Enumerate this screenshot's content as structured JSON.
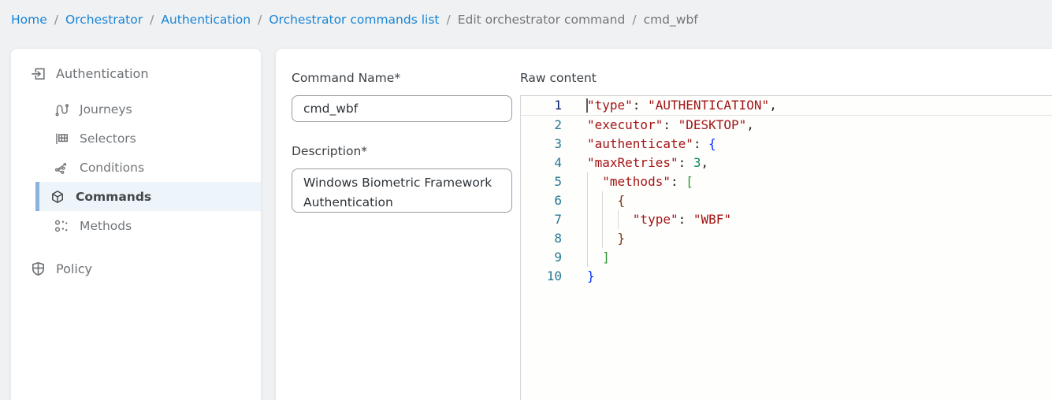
{
  "breadcrumb": {
    "separator": "/",
    "items": [
      {
        "label": "Home",
        "type": "link"
      },
      {
        "label": "Orchestrator",
        "type": "link"
      },
      {
        "label": "Authentication",
        "type": "link"
      },
      {
        "label": "Orchestrator commands list",
        "type": "link"
      },
      {
        "label": "Edit orchestrator command",
        "type": "text"
      },
      {
        "label": "cmd_wbf",
        "type": "text"
      }
    ]
  },
  "sidebar": {
    "section": {
      "label": "Authentication",
      "icon": "login-icon"
    },
    "items": [
      {
        "label": "Journeys",
        "icon": "journeys-route-icon",
        "selected": false
      },
      {
        "label": "Selectors",
        "icon": "selectors-table-icon",
        "selected": false
      },
      {
        "label": "Conditions",
        "icon": "conditions-branch-icon",
        "selected": false
      },
      {
        "label": "Commands",
        "icon": "commands-cube-icon",
        "selected": true
      },
      {
        "label": "Methods",
        "icon": "methods-dots-icon",
        "selected": false
      }
    ],
    "footer_item": {
      "label": "Policy",
      "icon": "policy-shield-icon"
    }
  },
  "form": {
    "command_name": {
      "label": "Command Name*",
      "value": "cmd_wbf"
    },
    "description": {
      "label": "Description*",
      "value": "Windows Biometric Framework Authentication"
    }
  },
  "editor": {
    "label": "Raw content",
    "active_line": 1,
    "lines": [
      {
        "n": 1,
        "indent": 0,
        "tokens": [
          [
            "str",
            "\"type\""
          ],
          [
            "pun",
            ": "
          ],
          [
            "str",
            "\"AUTHENTICATION\""
          ],
          [
            "pun",
            ","
          ]
        ]
      },
      {
        "n": 2,
        "indent": 0,
        "tokens": [
          [
            "str",
            "\"executor\""
          ],
          [
            "pun",
            ": "
          ],
          [
            "str",
            "\"DESKTOP\""
          ],
          [
            "pun",
            ","
          ]
        ]
      },
      {
        "n": 3,
        "indent": 0,
        "tokens": [
          [
            "str",
            "\"authenticate\""
          ],
          [
            "pun",
            ": "
          ],
          [
            "b1",
            "{"
          ]
        ]
      },
      {
        "n": 4,
        "indent": 0,
        "tokens": [
          [
            "str",
            "\"maxRetries\""
          ],
          [
            "pun",
            ": "
          ],
          [
            "num",
            "3"
          ],
          [
            "pun",
            ","
          ]
        ]
      },
      {
        "n": 5,
        "indent": 2,
        "tokens": [
          [
            "str",
            "\"methods\""
          ],
          [
            "pun",
            ": "
          ],
          [
            "b2",
            "["
          ]
        ]
      },
      {
        "n": 6,
        "indent": 4,
        "tokens": [
          [
            "b3",
            "{"
          ]
        ]
      },
      {
        "n": 7,
        "indent": 6,
        "tokens": [
          [
            "str",
            "\"type\""
          ],
          [
            "pun",
            ": "
          ],
          [
            "str",
            "\"WBF\""
          ]
        ]
      },
      {
        "n": 8,
        "indent": 4,
        "tokens": [
          [
            "b3",
            "}"
          ]
        ]
      },
      {
        "n": 9,
        "indent": 2,
        "tokens": [
          [
            "b2",
            "]"
          ]
        ]
      },
      {
        "n": 10,
        "indent": 0,
        "tokens": [
          [
            "b1",
            "}"
          ]
        ]
      }
    ]
  },
  "colors": {
    "link_blue": "#1985d6",
    "selected_bar": "#8ab2de",
    "selected_bg": "#edf4fa",
    "code_string": "#a31515",
    "code_number": "#098658",
    "bracket_level1": "#0431fa",
    "bracket_level2": "#319331",
    "bracket_level3": "#7b3814",
    "line_number": "#237893",
    "active_line_number": "#0b216f"
  }
}
